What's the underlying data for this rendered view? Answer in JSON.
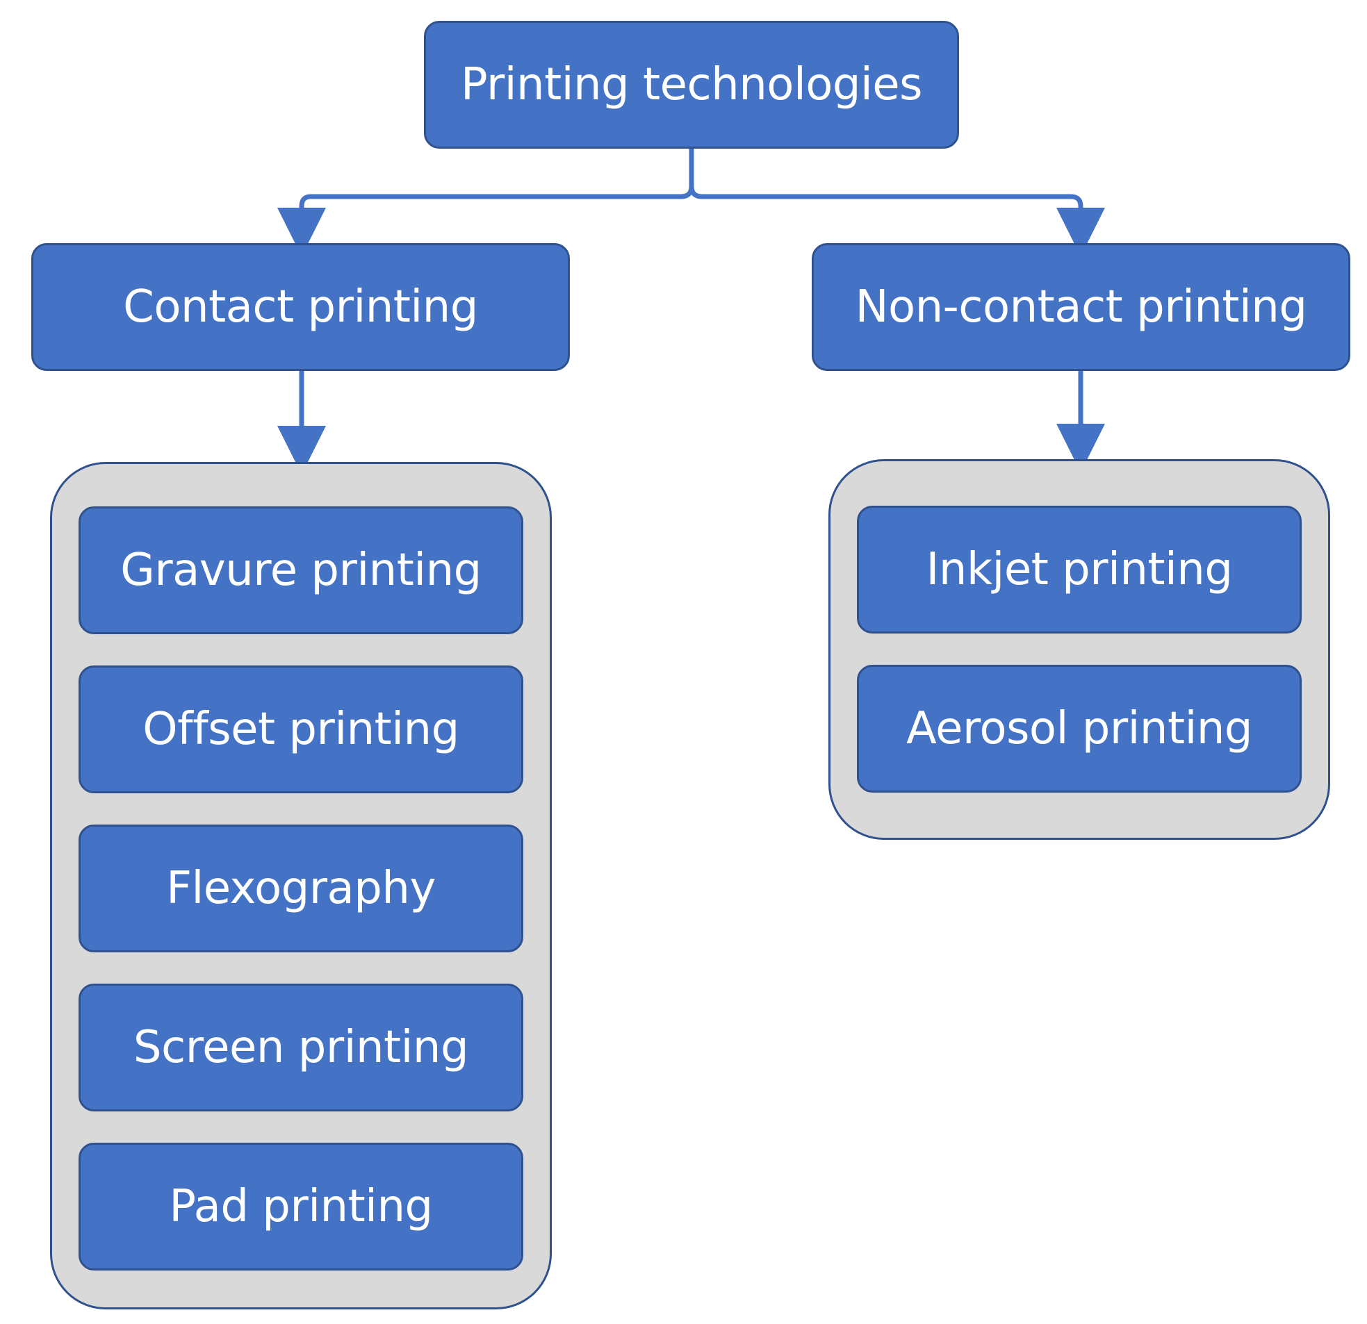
{
  "diagram": {
    "root": {
      "label": "Printing technologies"
    },
    "categories": [
      {
        "label": "Contact printing",
        "items": [
          "Gravure printing",
          "Offset printing",
          "Flexography",
          "Screen printing",
          "Pad printing"
        ]
      },
      {
        "label": "Non-contact printing",
        "items": [
          "Inkjet printing",
          "Aerosol printing"
        ]
      }
    ],
    "colors": {
      "node_fill": "#4472c4",
      "node_border": "#2f528f",
      "node_text": "#ffffff",
      "group_fill": "#d9d9d9",
      "connector": "#4472c4"
    }
  }
}
